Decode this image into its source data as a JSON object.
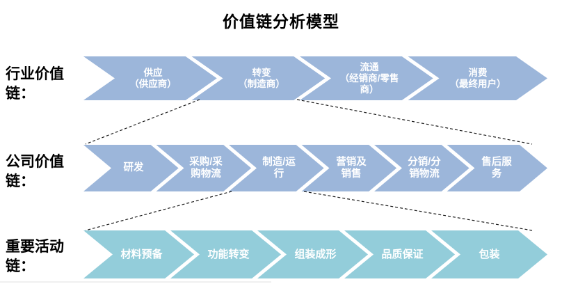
{
  "title": "价值链分析模型",
  "diagram": {
    "rows": [
      {
        "label": "行业价值链：",
        "name": "industry-value-chain",
        "color": "#9cb6da",
        "items": [
          "供应\n（供应商）",
          "转变\n（制造商）",
          "流通\n（经销商/零售\n商）",
          "消费\n（最终用户）"
        ]
      },
      {
        "label": "公司价值链：",
        "name": "company-value-chain",
        "color": "#9cb6da",
        "items": [
          "研发",
          "采购/采\n购物流",
          "制造/运\n行",
          "营销及\n销售",
          "分销/分\n销物流",
          "售后服\n务"
        ]
      },
      {
        "label": "重要活动链：",
        "name": "key-activity-chain",
        "color": "#93cdda",
        "items": [
          "材料预备",
          "功能转变",
          "组装成形",
          "品质保证",
          "包装"
        ]
      }
    ],
    "connectors": [
      {
        "from": "转变（制造商）",
        "to": "公司价值链",
        "style": "dashed"
      },
      {
        "from": "制造/运行",
        "to": "重要活动链",
        "style": "dashed"
      }
    ],
    "colors": {
      "industry_chain_fill": "#9cb6da",
      "company_chain_fill": "#9cb6da",
      "activity_chain_fill": "#93cdda",
      "chevron_text": "#ffffff",
      "connector_line": "#1a1a1a",
      "label_text": "#000000"
    }
  }
}
